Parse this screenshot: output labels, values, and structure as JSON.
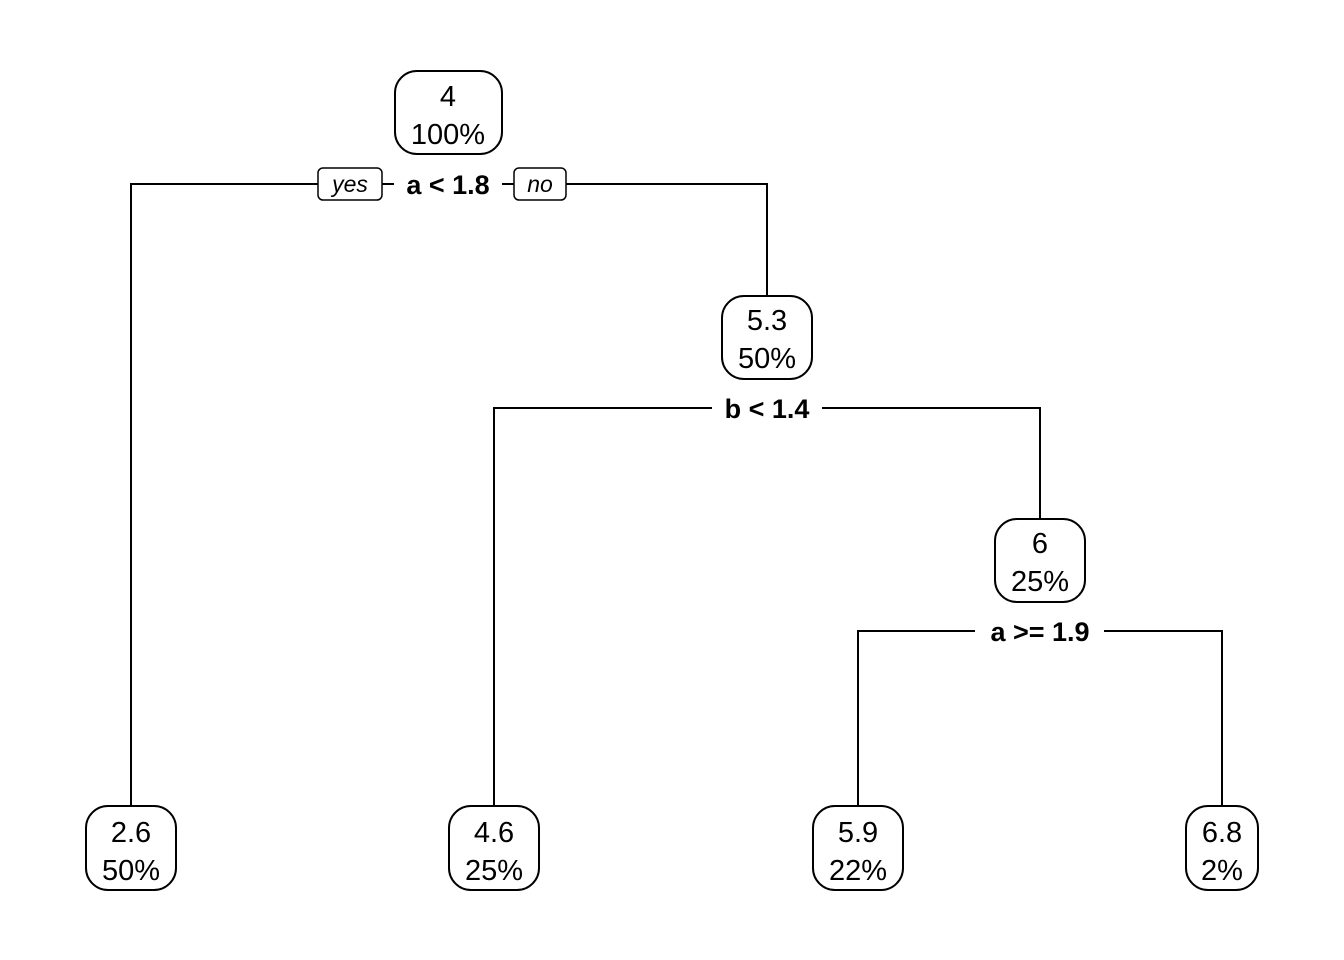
{
  "tree": {
    "yes_label": "yes",
    "no_label": "no",
    "nodes": {
      "root": {
        "value": "4",
        "percent": "100%"
      },
      "n_53": {
        "value": "5.3",
        "percent": "50%"
      },
      "n_6": {
        "value": "6",
        "percent": "25%"
      },
      "leaf1": {
        "value": "2.6",
        "percent": "50%"
      },
      "leaf2": {
        "value": "4.6",
        "percent": "25%"
      },
      "leaf3": {
        "value": "5.9",
        "percent": "22%"
      },
      "leaf4": {
        "value": "6.8",
        "percent": "2%"
      }
    },
    "splits": {
      "root": "a < 1.8",
      "n_53": "b < 1.4",
      "n_6": "a >= 1.9"
    }
  }
}
